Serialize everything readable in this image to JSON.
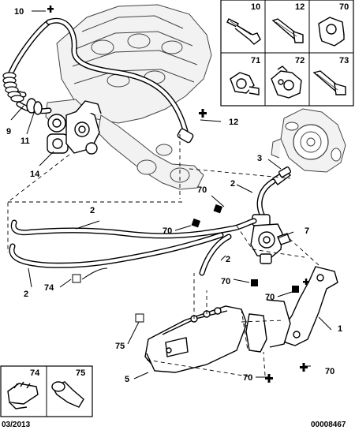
{
  "callouts": {
    "c10": "10",
    "c9": "9",
    "c11": "11",
    "c14": "14",
    "c12": "12",
    "c3": "3",
    "c2a": "2",
    "c70a": "70",
    "c2b": "2",
    "c70b": "70",
    "c7": "7",
    "c2c": "2",
    "c2d": "2",
    "c74": "74",
    "c70c": "70",
    "c70d": "70",
    "c1": "1",
    "c75": "75",
    "c5": "5",
    "c70e": "70",
    "c70f": "70"
  },
  "legend_top": {
    "cells": [
      {
        "label": "10"
      },
      {
        "label": "12"
      },
      {
        "label": "70"
      },
      {
        "label": "71"
      },
      {
        "label": "72"
      },
      {
        "label": "73"
      }
    ]
  },
  "legend_bottom": {
    "cells": [
      {
        "label": "74"
      },
      {
        "label": "75"
      }
    ]
  },
  "footer": {
    "date": "03/2013",
    "ref": "00008467"
  }
}
